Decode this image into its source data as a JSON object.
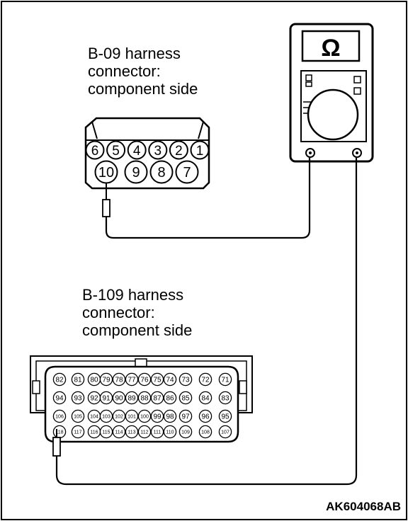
{
  "top_connector": {
    "title_lines": [
      "B-09 harness",
      "connector:",
      "component side"
    ],
    "row1": [
      "6",
      "5",
      "4",
      "3",
      "2",
      "1"
    ],
    "row2": [
      "10",
      "9",
      "8",
      "7"
    ]
  },
  "meter": {
    "symbol": "Ω"
  },
  "ecu_connector": {
    "title_lines": [
      "B-109 harness",
      "connector:",
      "component side"
    ],
    "rows": [
      [
        "82",
        "81",
        "80",
        "79",
        "78",
        "77",
        "76",
        "75",
        "74",
        "73",
        "72",
        "71"
      ],
      [
        "94",
        "93",
        "92",
        "91",
        "90",
        "89",
        "88",
        "87",
        "86",
        "85",
        "84",
        "83"
      ],
      [
        "106",
        "105",
        "104",
        "103",
        "102",
        "101",
        "100",
        "99",
        "98",
        "97",
        "96",
        "95"
      ],
      [
        "118",
        "117",
        "116",
        "115",
        "114",
        "113",
        "112",
        "111",
        "110",
        "109",
        "108",
        "107"
      ]
    ]
  },
  "figure_code": "AK604068AB"
}
